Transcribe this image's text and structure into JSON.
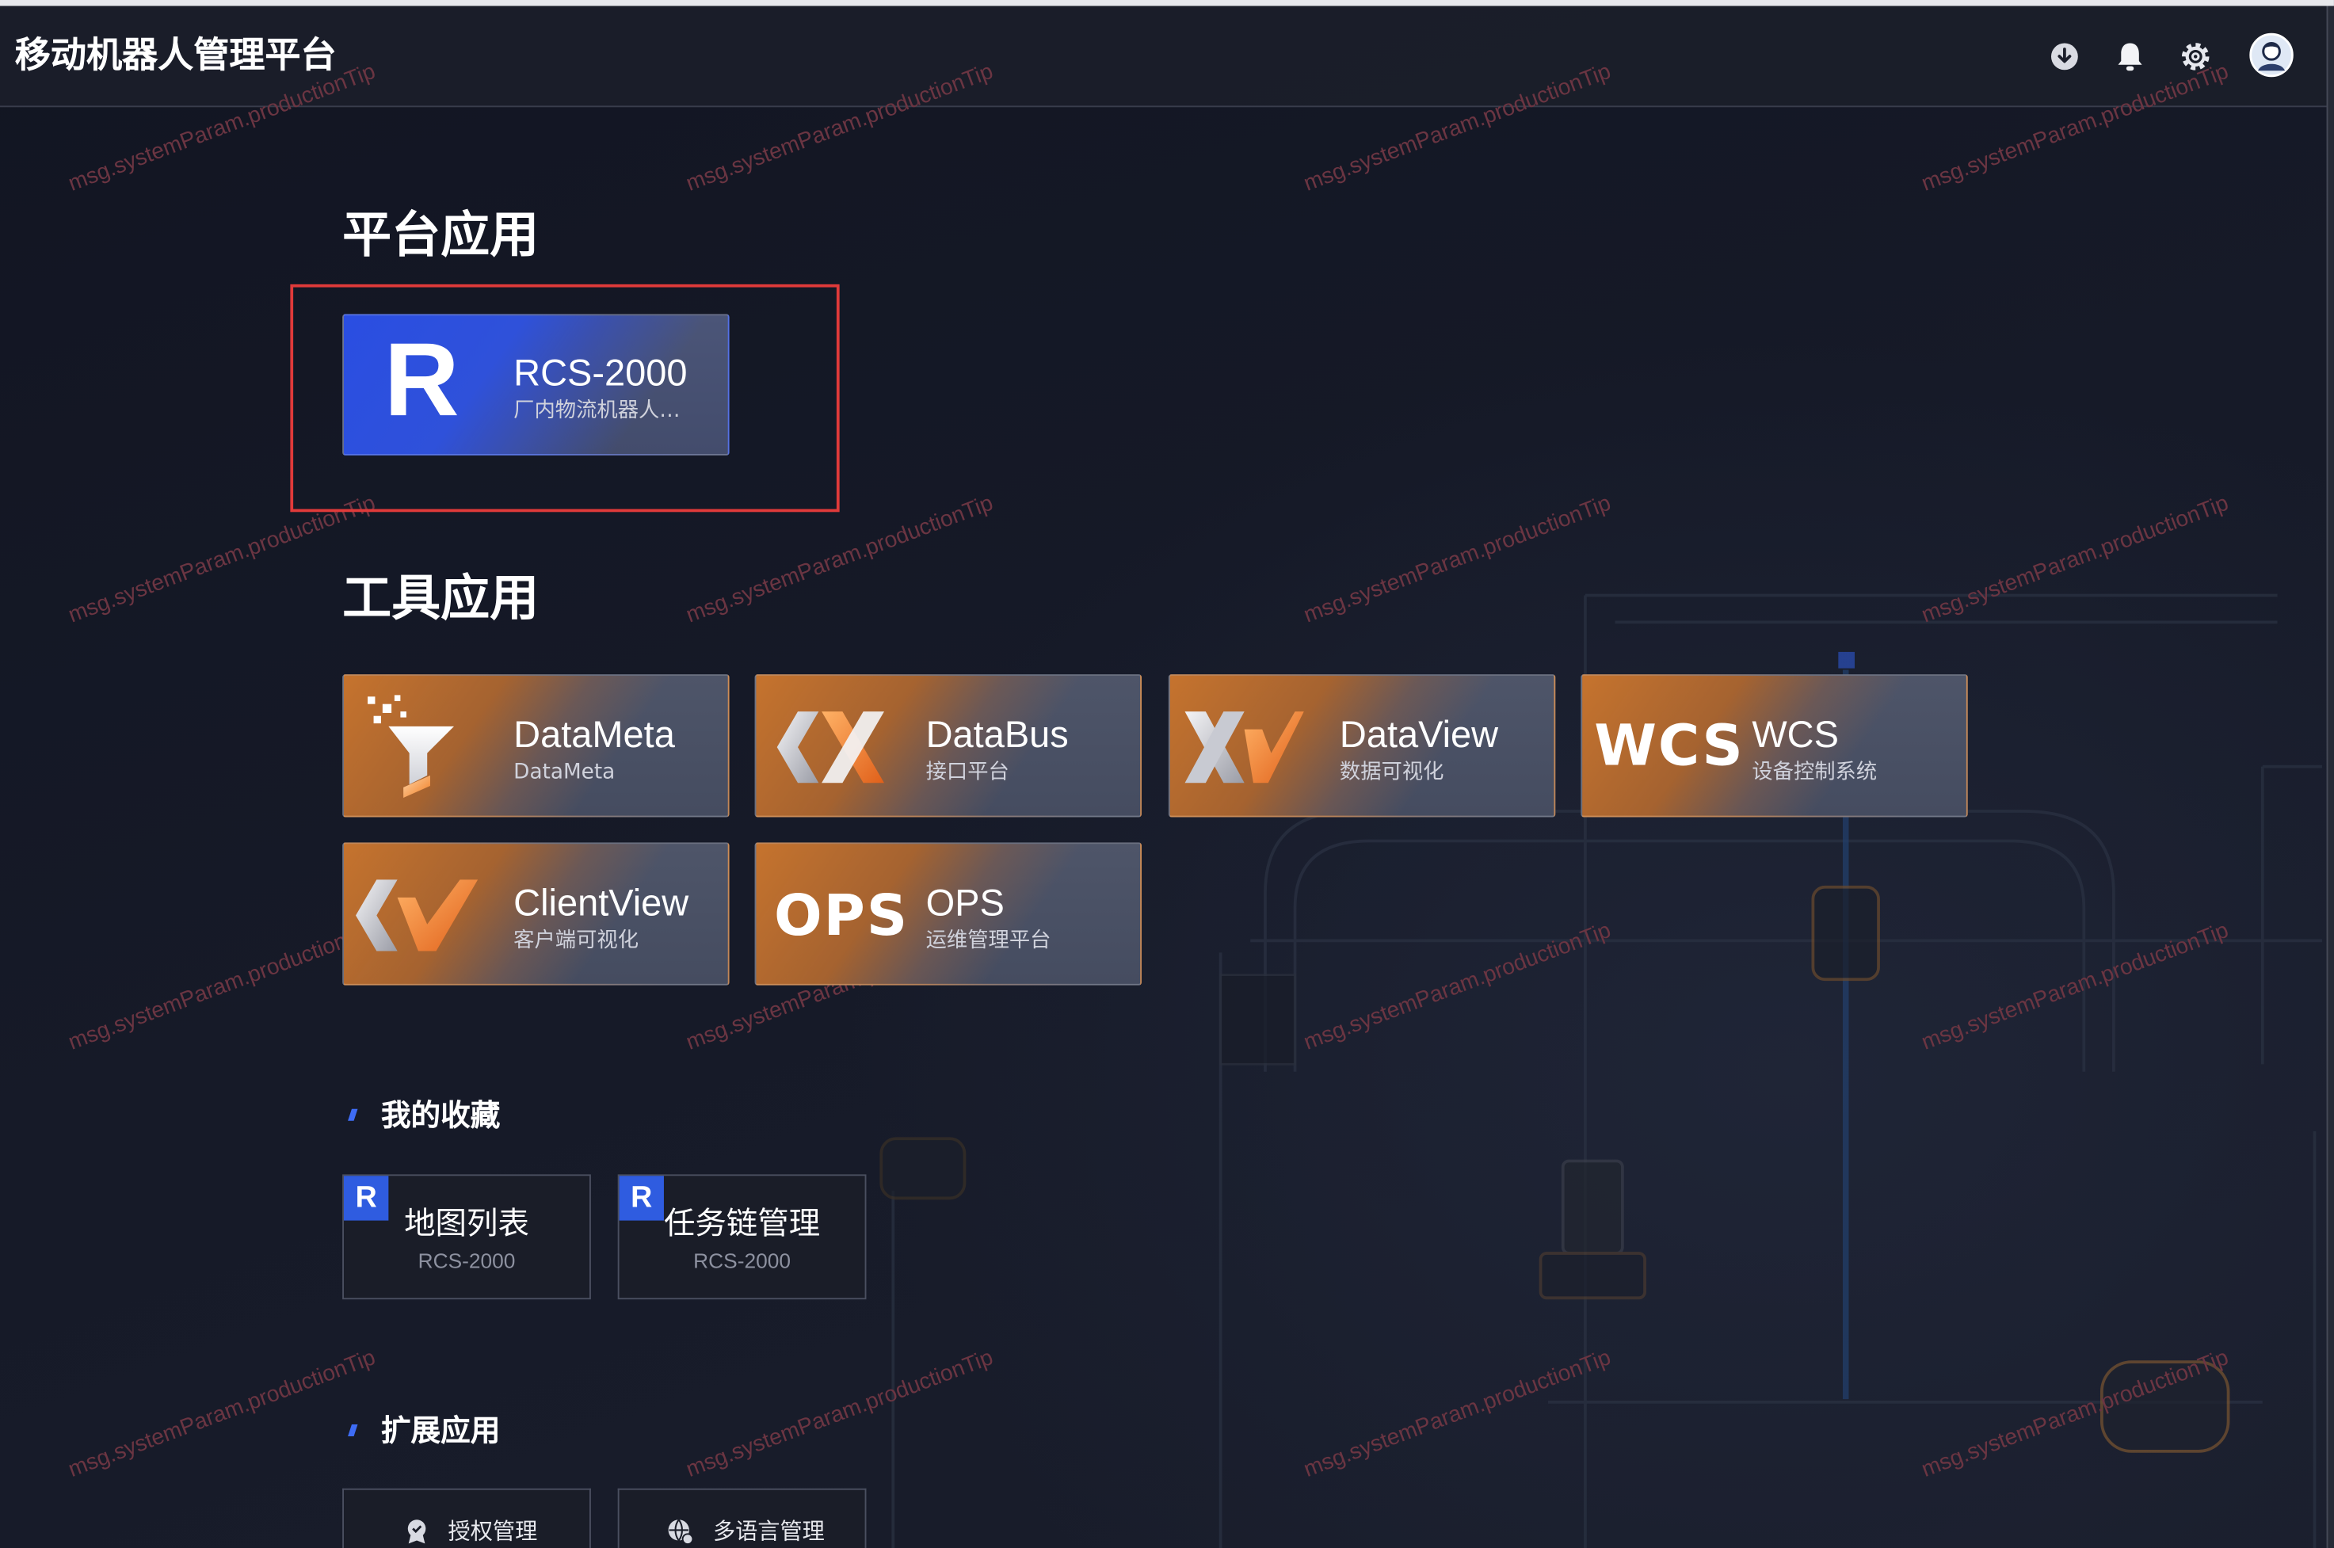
{
  "header": {
    "title": "移动机器人管理平台",
    "icons": {
      "download": "download-icon",
      "notifications": "bell-icon",
      "settings": "gear-icon",
      "user": "avatar-icon"
    }
  },
  "platform": {
    "title": "平台应用",
    "apps": [
      {
        "logo": "R",
        "name": "RCS-2000",
        "desc": "厂内物流机器人…"
      }
    ]
  },
  "tools": {
    "title": "工具应用",
    "apps": [
      {
        "logo_icon": "datameta-funnel-logo",
        "name": "DataMeta",
        "desc": "DataMeta"
      },
      {
        "logo_icon": "databus-logo",
        "name": "DataBus",
        "desc": "接口平台"
      },
      {
        "logo_icon": "dataview-logo",
        "name": "DataView",
        "desc": "数据可视化"
      },
      {
        "logo_text": "WCS",
        "name": "WCS",
        "desc": "设备控制系统"
      },
      {
        "logo_icon": "clientview-logo",
        "name": "ClientView",
        "desc": "客户端可视化"
      },
      {
        "logo_text": "OPS",
        "name": "OPS",
        "desc": "运维管理平台"
      }
    ]
  },
  "favorites": {
    "title": "我的收藏",
    "items": [
      {
        "badge": "R",
        "name": "地图列表",
        "app": "RCS-2000"
      },
      {
        "badge": "R",
        "name": "任务链管理",
        "app": "RCS-2000"
      }
    ]
  },
  "extensions": {
    "title": "扩展应用",
    "items": [
      {
        "icon": "license-badge-icon",
        "name": "授权管理"
      },
      {
        "icon": "language-globe-icon",
        "name": "多语言管理"
      }
    ]
  },
  "watermark": "msg.systemParam.productionTip",
  "colors": {
    "background": "#151825",
    "accent_blue": "#2f5ce0",
    "highlight_red": "#e03a3a",
    "tool_orange": "#c9742c"
  }
}
